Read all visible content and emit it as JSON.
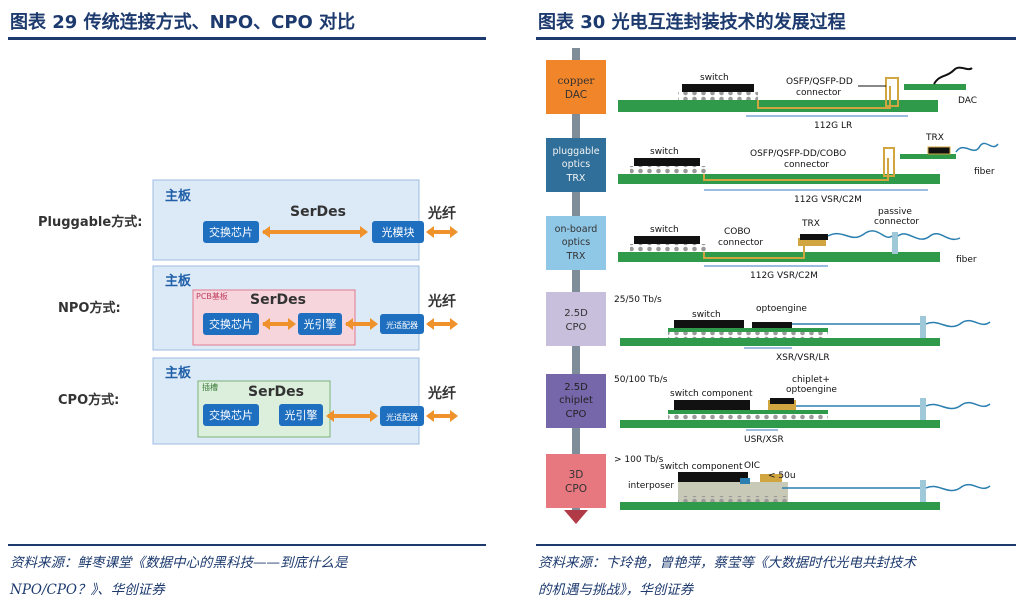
{
  "left_panel": {
    "title": "图表 29   传统连接方式、NPO、CPO 对比",
    "source_line1": "资料来源：鲜枣课堂《数据中心的黑科技——到底什么是",
    "source_line2": "NPO/CPO？》、华创证券",
    "rows": [
      {
        "row_label": "Pluggable方式:",
        "board": "主板",
        "serdes": "SerDes",
        "fiber": "光纤",
        "switch_chip": "交换芯片",
        "optical_module": "光模块"
      },
      {
        "row_label": "NPO方式:",
        "board": "主板",
        "substrate": "PCB基板",
        "serdes": "SerDes",
        "fiber": "光纤",
        "switch_chip": "交换芯片",
        "light_engine": "光引擎",
        "adapter": "光适配器"
      },
      {
        "row_label": "CPO方式:",
        "board": "主板",
        "substrate": "插槽",
        "serdes": "SerDes",
        "fiber": "光纤",
        "switch_chip": "交换芯片",
        "light_engine": "光引擎",
        "adapter": "光适配器"
      }
    ]
  },
  "right_panel": {
    "title": "图表 30   光电互连封装技术的发展过程",
    "source_line1": "资料来源：卞玲艳，曾艳萍，蔡莹等《大数据时代光电共封技术",
    "source_line2": "的机遇与挑战》，华创证券",
    "stages": [
      {
        "name": "copper DAC",
        "l1": "copper",
        "l2": "DAC",
        "l3": "",
        "color": "#f0852a"
      },
      {
        "name": "pluggable optics TRX",
        "l1": "pluggable",
        "l2": "optics",
        "l3": "TRX",
        "color": "#2f6f9a"
      },
      {
        "name": "on-board optics TRX",
        "l1": "on-board",
        "l2": "optics",
        "l3": "TRX",
        "color": "#8fc7e6"
      },
      {
        "name": "2.5D CPO",
        "l1": "2.5D",
        "l2": "CPO",
        "l3": "",
        "color": "#c7bfdc"
      },
      {
        "name": "2.5D chiplet CPO",
        "l1": "2.5D",
        "l2": "chiplet",
        "l3": "CPO",
        "color": "#7667aa"
      },
      {
        "name": "3D CPO",
        "l1": "3D",
        "l2": "CPO",
        "l3": "",
        "color": "#e8787f"
      }
    ],
    "labels": {
      "s1_switch": "switch",
      "s1_conn1": "OSFP/QSFP-DD",
      "s1_conn2": "connector",
      "s1_dac": "DAC",
      "s1_link": "112G LR",
      "s2_switch": "switch",
      "s2_conn1": "OSFP/QSFP-DD/COBO",
      "s2_conn2": "connector",
      "s2_trx": "TRX",
      "s2_fiber": "fiber",
      "s2_link": "112G VSR/C2M",
      "s3_switch": "switch",
      "s3_cobo1": "COBO",
      "s3_cobo2": "connector",
      "s3_trx": "TRX",
      "s3_passive1": "passive",
      "s3_passive2": "connector",
      "s3_fiber": "fiber",
      "s3_link": "112G VSR/C2M",
      "s4_rate": "25/50 Tb/s",
      "s4_switch": "switch",
      "s4_opto": "optoengine",
      "s4_link": "XSR/VSR/LR",
      "s5_rate": "50/100 Tb/s",
      "s5_switch": "switch component",
      "s5_chiplet1": "chiplet+",
      "s5_chiplet2": "optoengine",
      "s5_link": "USR/XSR",
      "s6_rate": "> 100 Tb/s",
      "s6_switch": "switch component",
      "s6_oic": "OIC",
      "s6_interposer": "interposer",
      "s6_gap": "< 50u"
    }
  }
}
